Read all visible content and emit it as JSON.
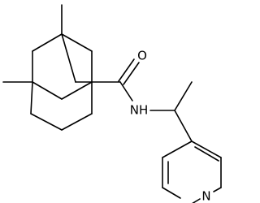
{
  "molecule": {
    "atom_labels": {
      "oxygen": "O",
      "amide_nitrogen": "NH",
      "pyridine_nitrogen": "N"
    }
  }
}
